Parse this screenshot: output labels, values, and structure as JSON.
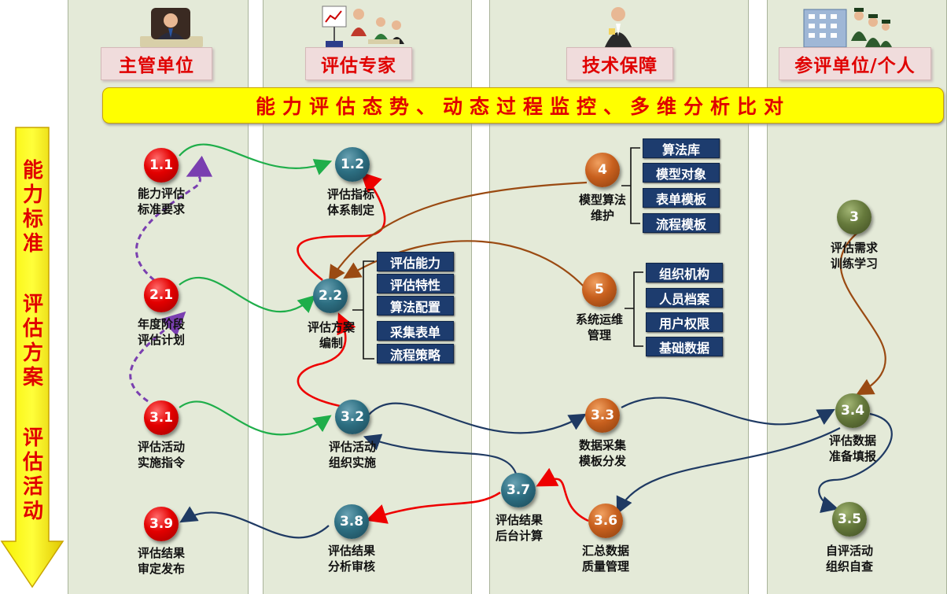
{
  "lanes": [
    {
      "label": "主管单位"
    },
    {
      "label": "评估专家"
    },
    {
      "label": "技术保障"
    },
    {
      "label": "参评单位/个人"
    }
  ],
  "banner": "能力评估态势、动态过程监控、多维分析比对",
  "side_arrow": {
    "groups": [
      "能力标准",
      "评估方案",
      "评估活动"
    ]
  },
  "nodes": {
    "n1_1": {
      "id": "1.1",
      "label_l1": "能力评估",
      "label_l2": "标准要求"
    },
    "n1_2": {
      "id": "1.2",
      "label_l1": "评估指标",
      "label_l2": "体系制定"
    },
    "n2_1": {
      "id": "2.1",
      "label_l1": "年度阶段",
      "label_l2": "评估计划"
    },
    "n2_2": {
      "id": "2.2",
      "label_l1": "评估方案",
      "label_l2": "编制"
    },
    "n3_1": {
      "id": "3.1",
      "label_l1": "评估活动",
      "label_l2": "实施指令"
    },
    "n3_2": {
      "id": "3.2",
      "label_l1": "评估活动",
      "label_l2": "组织实施"
    },
    "n3_3": {
      "id": "3.3",
      "label_l1": "数据采集",
      "label_l2": "模板分发"
    },
    "n3_4": {
      "id": "3.4",
      "label_l1": "评估数据",
      "label_l2": "准备填报"
    },
    "n3_5": {
      "id": "3.5",
      "label_l1": "自评活动",
      "label_l2": "组织自查"
    },
    "n3_6": {
      "id": "3.6",
      "label_l1": "汇总数据",
      "label_l2": "质量管理"
    },
    "n3_7": {
      "id": "3.7",
      "label_l1": "评估结果",
      "label_l2": "后台计算"
    },
    "n3_8": {
      "id": "3.8",
      "label_l1": "评估结果",
      "label_l2": "分析审核"
    },
    "n3_9": {
      "id": "3.9",
      "label_l1": "评估结果",
      "label_l2": "审定发布"
    },
    "n3": {
      "id": "3",
      "label_l1": "评估需求",
      "label_l2": "训练学习"
    },
    "n4": {
      "id": "4",
      "label_l1": "模型算法",
      "label_l2": "维护"
    },
    "n5": {
      "id": "5",
      "label_l1": "系统运维",
      "label_l2": "管理"
    }
  },
  "tags_plan": [
    "评估能力",
    "评估特性",
    "算法配置",
    "采集表单",
    "流程策略"
  ],
  "tags_model": [
    "算法库",
    "模型对象",
    "表单模板",
    "流程模板"
  ],
  "tags_system": [
    "组织机构",
    "人员档案",
    "用户权限",
    "基础数据"
  ],
  "colors": {
    "lane_bg": "#e4ead8",
    "header_text": "#e00000",
    "banner_bg": "#ffff00",
    "node_red": "#e30000",
    "node_blue": "#2d6f82",
    "node_orange": "#c8601e",
    "node_green": "#667a3c",
    "tag_bg": "#1d3c6e",
    "link_green": "#1fae4a",
    "link_red": "#ee0000",
    "link_navy": "#1f3a63",
    "link_brown": "#9a4a12",
    "link_purple": "#7a3fb0"
  }
}
